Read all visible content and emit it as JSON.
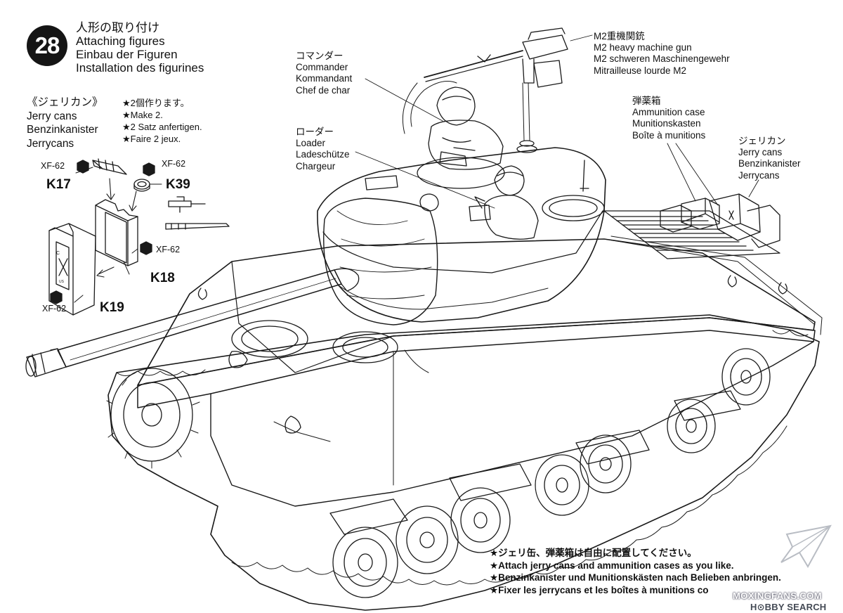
{
  "step": {
    "number": "28",
    "title_lines": [
      "人形の取り付け",
      "Attaching figures",
      "Einbau der Figuren",
      "Installation des figurines"
    ]
  },
  "jerry_cans": {
    "title_lines": [
      "《ジェリカン》",
      "Jerry cans",
      "Benzinkanister",
      "Jerrycans"
    ],
    "make_lines": [
      "★2個作ります。",
      "★Make 2.",
      "★2 Satz anfertigen.",
      "★Faire 2 jeux."
    ],
    "parts": {
      "k17": "K17",
      "k39": "K39",
      "k18": "K18",
      "k19": "K19"
    },
    "paint": {
      "a": "XF-62",
      "b": "XF-62",
      "c": "XF-62",
      "d": "XF-62"
    }
  },
  "callouts": {
    "commander": [
      "コマンダー",
      "Commander",
      "Kommandant",
      "Chef de char"
    ],
    "loader": [
      "ローダー",
      "Loader",
      "Ladeschütze",
      "Chargeur"
    ],
    "m2": [
      "M2重機関銃",
      "M2 heavy machine gun",
      "M2 schweren Maschinengewehr",
      "Mitrailleuse lourde M2"
    ],
    "ammo": [
      "弾薬箱",
      "Ammunition case",
      "Munitionskasten",
      "Boîte à munitions"
    ],
    "jerry": [
      "ジェリカン",
      "Jerry cans",
      "Benzinkanister",
      "Jerrycans"
    ]
  },
  "bottom_note": [
    "★ジェリ缶、弾薬箱は自由に配置してください。",
    "★Attach jerry cans and ammunition cases as you like.",
    "★Benzinkanister und Munitionskästen nach Belieben anbringen.",
    "★Fixer les jerrycans et les boîtes à munitions co"
  ],
  "watermark": {
    "site": "MOXINGFANS.COM",
    "brand": "H⊙BBY SEARCH"
  },
  "colors": {
    "ink": "#151515",
    "paper": "#ffffff",
    "paint_marker": "#1a1a1a"
  }
}
